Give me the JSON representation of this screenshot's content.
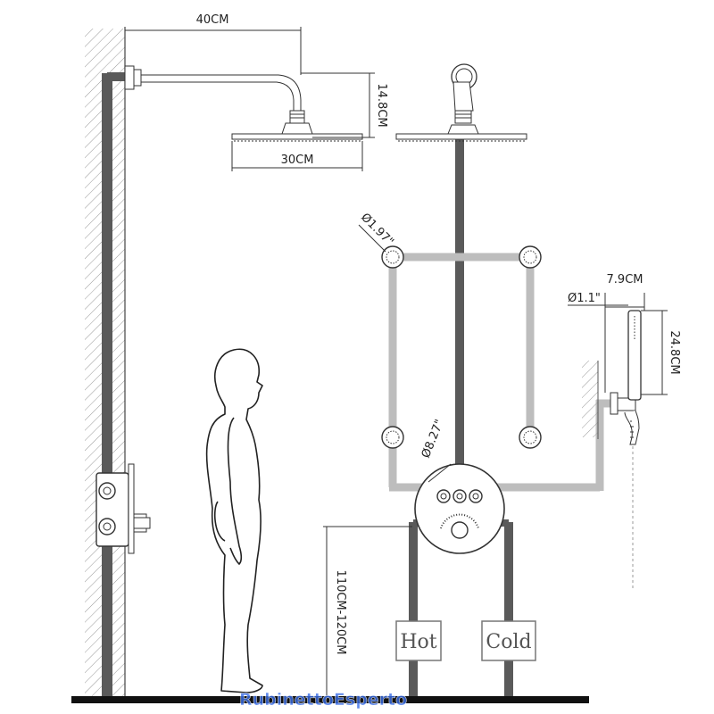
{
  "dimensions": {
    "arm_length": "40CM",
    "head_height": "14.8CM",
    "head_width": "30CM",
    "jet_diameter": "Ø1.97\"",
    "handheld_width": "7.9CM",
    "handheld_diameter": "Ø1.1\"",
    "handheld_length": "24.8CM",
    "valve_diameter": "Ø8.27\"",
    "valve_height": "110CM-120CM"
  },
  "labels": {
    "hot": "Hot",
    "cold": "Cold"
  },
  "watermark": {
    "part1": "Rubinetto",
    "part2": "Esperto",
    "color": "#3a6ee8"
  },
  "colors": {
    "pipe_dark": "#5a5a5a",
    "pipe_light": "#bdbdbd",
    "wall": "#888888"
  }
}
